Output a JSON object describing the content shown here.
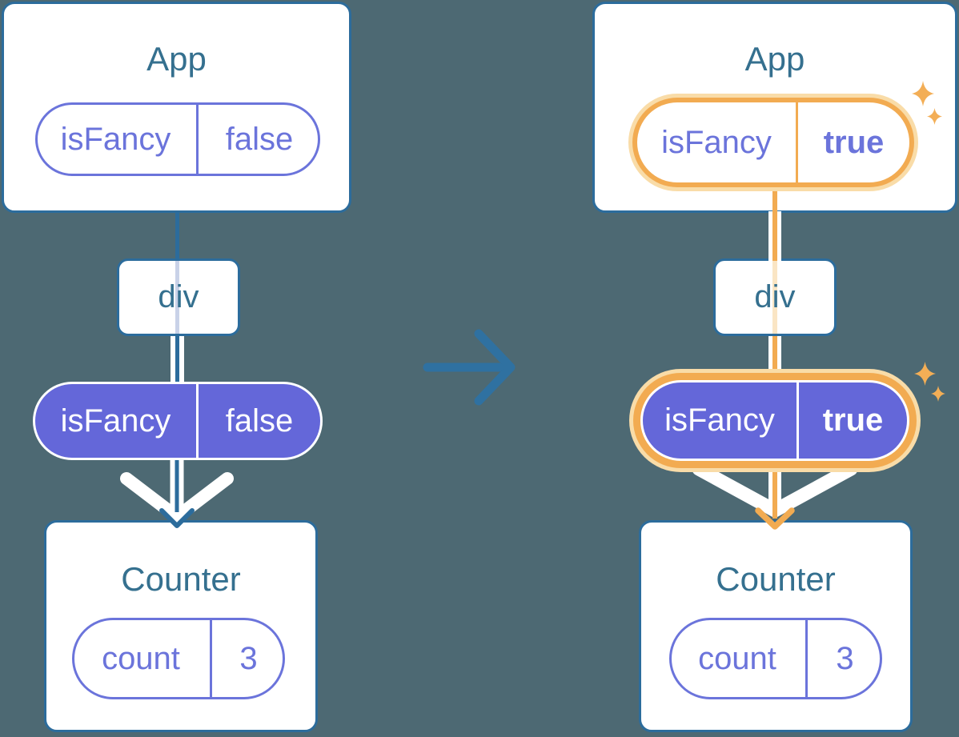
{
  "left": {
    "app": {
      "title": "App",
      "state_name": "isFancy",
      "state_value": "false"
    },
    "div": {
      "label": "div"
    },
    "prop": {
      "name": "isFancy",
      "value": "false"
    },
    "counter": {
      "title": "Counter",
      "state_name": "count",
      "state_value": "3"
    }
  },
  "right": {
    "app": {
      "title": "App",
      "state_name": "isFancy",
      "state_value": "true"
    },
    "div": {
      "label": "div"
    },
    "prop": {
      "name": "isFancy",
      "value": "true"
    },
    "counter": {
      "title": "Counter",
      "state_name": "count",
      "state_value": "3"
    }
  },
  "colors": {
    "background": "#4D6973",
    "box_border": "#2C6C9C",
    "title_text": "#35708F",
    "purple_outline": "#6B74DB",
    "purple_fill": "#6467D9",
    "highlight_orange": "#F2AB51",
    "highlight_orange_light": "#F9DCA8",
    "faded_line_left": "#C9D2E8",
    "faded_line_right": "#FAE5C4",
    "transition_arrow_blue": "#2F71A1"
  },
  "icons": {
    "transition_arrow": "right-arrow-icon",
    "sparkle": "sparkle-icon",
    "down_arrow": "down-arrow-icon"
  }
}
